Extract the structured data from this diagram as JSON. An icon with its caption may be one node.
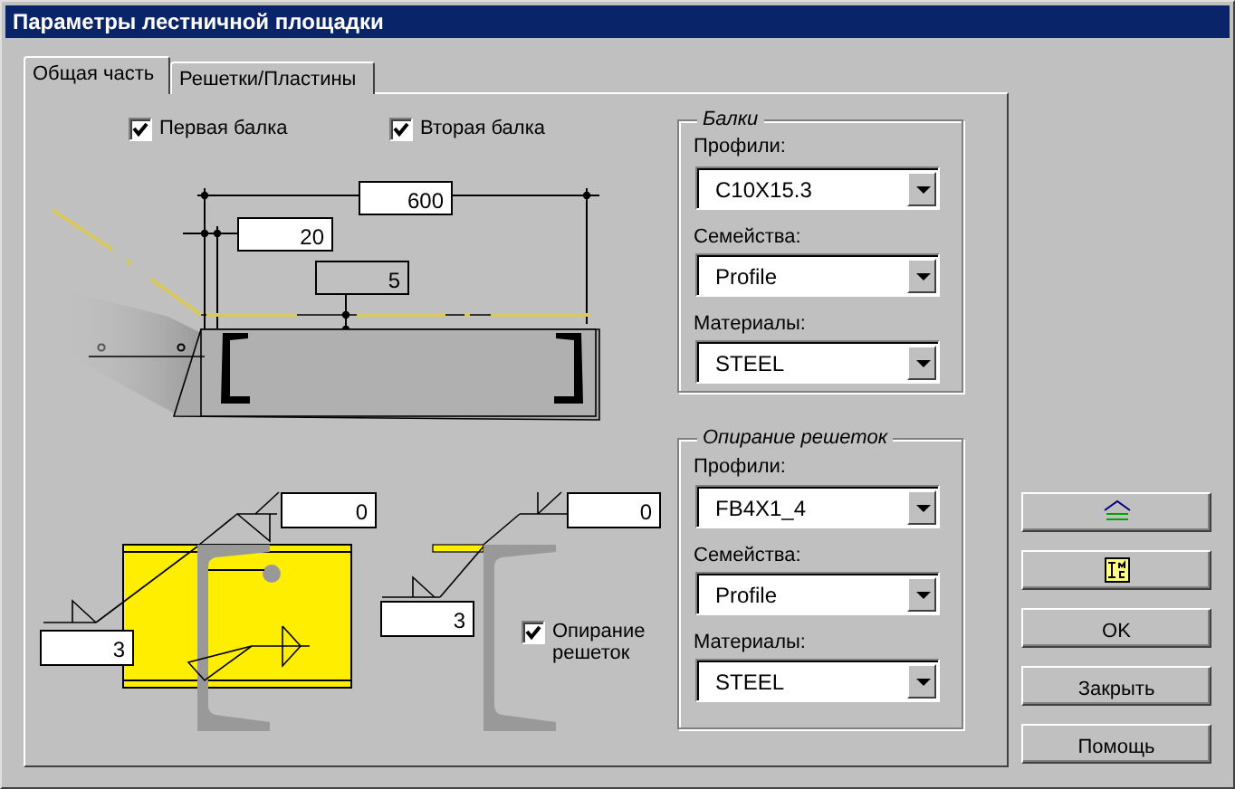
{
  "diagram": {
    "title": "Параметры лестничной площадки",
    "nodes": [
      {
        "text": [
          "Балки",
          "Профили:",
          "C10X15.3",
          "Семейства:",
          "Profile",
          "Материалы:",
          "STEEL"
        ]
      },
      {
        "text": [
          "Опирание решеток",
          "Профили:",
          "FB4X1_4",
          "Семейства:",
          "Profile",
          "Материалы:",
          "STEEL"
        ]
      }
    ],
    "labels": [
      "Общая часть",
      "Решетки/Пластины",
      "Первая балка",
      "Вторая балка",
      "600",
      "20",
      "5",
      "0",
      "0",
      "3",
      "3",
      "Опирание решеток",
      "OK",
      "Закрыть",
      "Помощь"
    ]
  }
}
